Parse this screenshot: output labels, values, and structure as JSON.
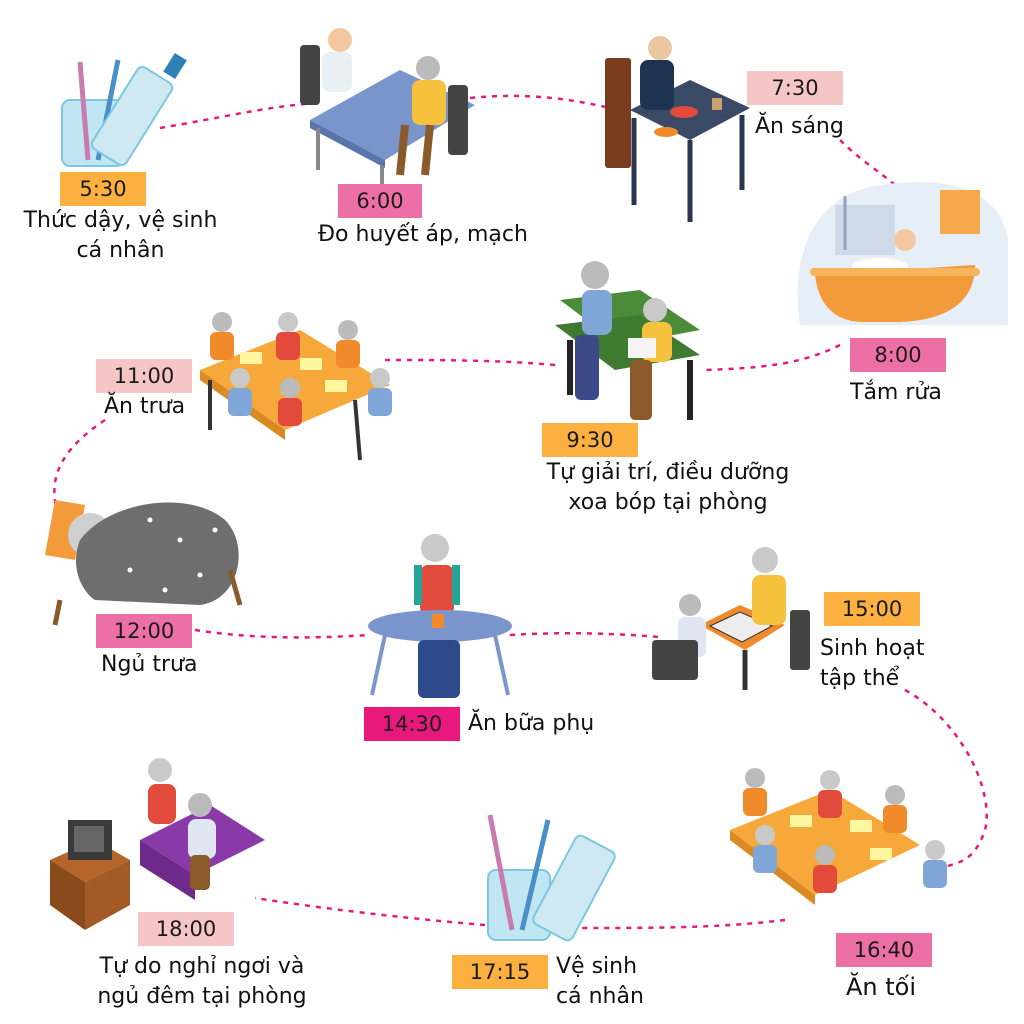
{
  "colors": {
    "orange": "#fbb040",
    "pink": "#ec6fa5",
    "light_pink": "#f6c5c6",
    "magenta": "#e8187d",
    "dotted_line": "#e8187d"
  },
  "schedule": [
    {
      "time": "5:30",
      "label_lines": [
        "Thức dậy, vệ sinh",
        "cá nhân"
      ],
      "color": "orange",
      "icon": "toothbrush-cup-icon"
    },
    {
      "time": "6:00",
      "label_lines": [
        "Đo huyết áp, mạch"
      ],
      "color": "pink",
      "icon": "blood-pressure-check-icon"
    },
    {
      "time": "7:30",
      "label_lines": [
        "Ăn sáng"
      ],
      "color": "light_pink",
      "icon": "breakfast-table-icon"
    },
    {
      "time": "8:00",
      "label_lines": [
        "Tắm rửa"
      ],
      "color": "pink",
      "icon": "bathtub-icon"
    },
    {
      "time": "9:30",
      "label_lines": [
        "Tự giải trí, điều dưỡng",
        "xoa bóp tại phòng"
      ],
      "color": "orange",
      "icon": "park-bench-reading-icon"
    },
    {
      "time": "11:00",
      "label_lines": [
        "Ăn trưa"
      ],
      "color": "light_pink",
      "icon": "group-lunch-table-icon"
    },
    {
      "time": "12:00",
      "label_lines": [
        "Ngủ trưa"
      ],
      "color": "pink",
      "icon": "sleeping-bed-icon"
    },
    {
      "time": "14:30",
      "label_lines": [
        "Ăn bữa phụ"
      ],
      "color": "magenta",
      "icon": "snack-table-icon"
    },
    {
      "time": "15:00",
      "label_lines": [
        "Sinh hoạt",
        "tập thể"
      ],
      "color": "orange",
      "icon": "chess-game-icon"
    },
    {
      "time": "16:40",
      "label_lines": [
        "Ăn tối"
      ],
      "color": "pink",
      "icon": "group-dinner-table-icon"
    },
    {
      "time": "17:15",
      "label_lines": [
        "Vệ sinh",
        "cá nhân"
      ],
      "color": "orange",
      "icon": "toothbrush-cup-icon"
    },
    {
      "time": "18:00",
      "label_lines": [
        "Tự do nghỉ ngơi và",
        "ngủ đêm tại phòng"
      ],
      "color": "light_pink",
      "icon": "tv-sofa-icon"
    }
  ]
}
